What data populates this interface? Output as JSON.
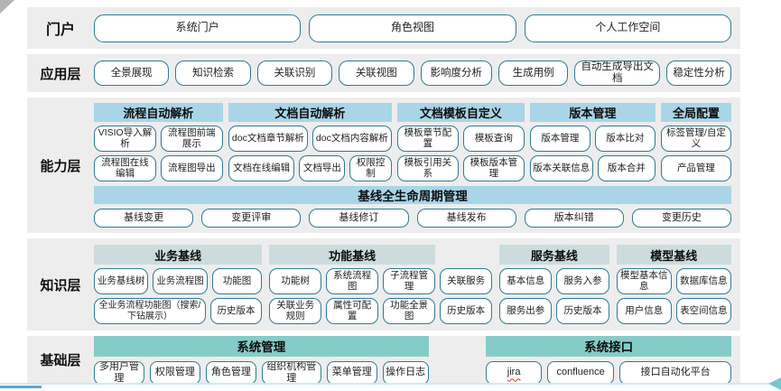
{
  "colors": {
    "band_bg": "#ededed",
    "header_light_blue": "#a9d5e8",
    "header_gray_teal": "#ccdcdc",
    "header_teal": "#85ccc9",
    "box_border": "#2e7b92",
    "bottom_line": "#cfe9f5",
    "arrow_teal": "#74c7cf",
    "corner_gray": "#b4b4b4",
    "spellcheck_red": "#e0312f"
  },
  "layers": [
    {
      "label": "门户",
      "buttons": [
        "系统门户",
        "角色视图",
        "个人工作空间"
      ]
    },
    {
      "label": "应用层",
      "buttons": [
        "全景展现",
        "知识检索",
        "关联识别",
        "关联视图",
        "影响度分析",
        "生成用例",
        "自动生成导出文档",
        "稳定性分析"
      ]
    },
    {
      "label": "能力层",
      "groups": [
        {
          "header": "流程自动解析",
          "rows": [
            [
              "VISIO导入解析",
              "流程图前端展示"
            ],
            [
              "流程图在线编辑",
              "流程图导出"
            ]
          ]
        },
        {
          "header": "文档自动解析",
          "rows": [
            [
              "doc文档章节解析",
              "doc文档内容解析"
            ],
            [
              "文档在线编辑",
              "文档导出",
              "权限控制"
            ]
          ]
        },
        {
          "header": "文档模板自定义",
          "rows": [
            [
              "模板章节配置",
              "模板查询"
            ],
            [
              "模板引用关系",
              "模板版本管理"
            ]
          ]
        },
        {
          "header": "版本管理",
          "rows": [
            [
              "版本管理",
              "版本比对"
            ],
            [
              "版本关联信息",
              "版本合并"
            ]
          ]
        },
        {
          "header": "全局配置",
          "rows": [
            [
              "标签管理/自定义"
            ],
            [
              "产品管理"
            ]
          ]
        }
      ],
      "baseline": {
        "header": "基线全生命周期管理",
        "buttons": [
          "基线变更",
          "变更评审",
          "基线修订",
          "基线发布",
          "版本纠错",
          "变更历史"
        ]
      }
    },
    {
      "label": "知识层",
      "groups": [
        {
          "header": "业务基线",
          "rows": [
            [
              "业务基线树",
              "业务流程图",
              "功能图"
            ],
            [
              "全业务流程功能图（搜索/下钻展示）",
              "历史版本"
            ]
          ]
        },
        {
          "header": "功能基线",
          "rows": [
            [
              "功能树",
              "系统流程图",
              "子流程管理",
              "关联服务"
            ],
            [
              "关联业务规则",
              "属性可配置",
              "功能全景图",
              "历史版本"
            ]
          ]
        },
        {
          "header": "服务基线",
          "rows": [
            [
              "基本信息",
              "服务入参"
            ],
            [
              "服务出参",
              "历史版本"
            ]
          ]
        },
        {
          "header": "模型基线",
          "rows": [
            [
              "模型基本信息",
              "数据库信息"
            ],
            [
              "用户信息",
              "表空间信息"
            ]
          ]
        }
      ]
    },
    {
      "label": "基础层",
      "groups": [
        {
          "header": "系统管理",
          "buttons": [
            "多用户管理",
            "权限管理",
            "角色管理",
            "组织机构管理",
            "菜单管理",
            "操作日志"
          ]
        },
        {
          "header": "系统接口",
          "buttons": [
            "jira",
            "confluence",
            "接口自动化平台"
          ]
        }
      ]
    }
  ]
}
